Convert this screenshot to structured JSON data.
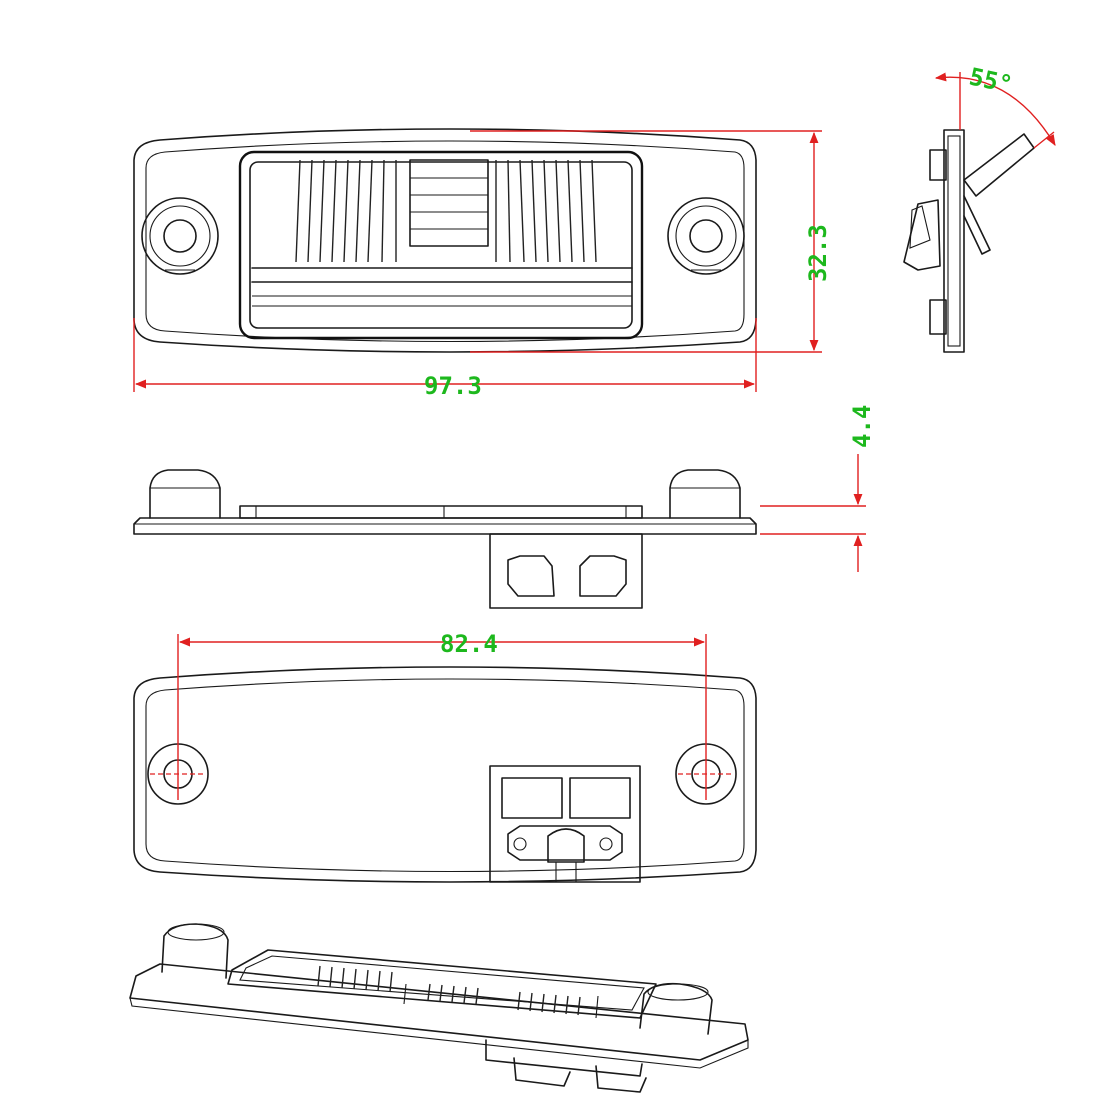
{
  "dimensions": {
    "overall_length": "97.3",
    "overall_height": "32.3",
    "thickness": "4.4",
    "hole_spacing": "82.4",
    "tilt_angle": "55°"
  },
  "colors": {
    "dimension_line": "#e02020",
    "dimension_text": "#1db81d",
    "outline": "#1a1a1a"
  }
}
